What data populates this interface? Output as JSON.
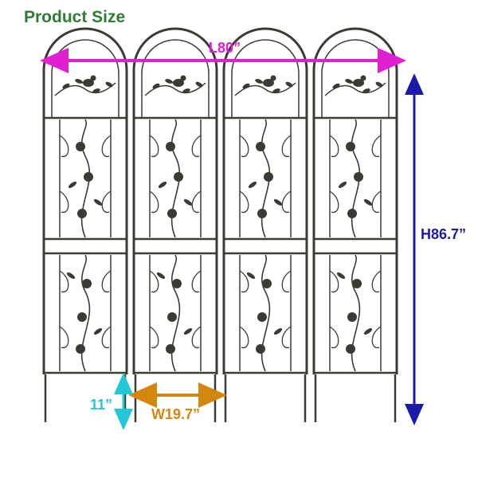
{
  "title": "Product Size",
  "dimensions": {
    "length": "L80”",
    "height": "H86.7”",
    "width": "W19.7”",
    "leg": "11”"
  },
  "colors": {
    "title": "#2e7d32",
    "length_arrow": "#e020d0",
    "height_arrow": "#1a1aa8",
    "width_arrow": "#d4870f",
    "leg_arrow": "#20c8d8",
    "metal": "#3b3a33"
  },
  "product": {
    "panel_count": 4,
    "icon": "bird-trellis-panel"
  }
}
